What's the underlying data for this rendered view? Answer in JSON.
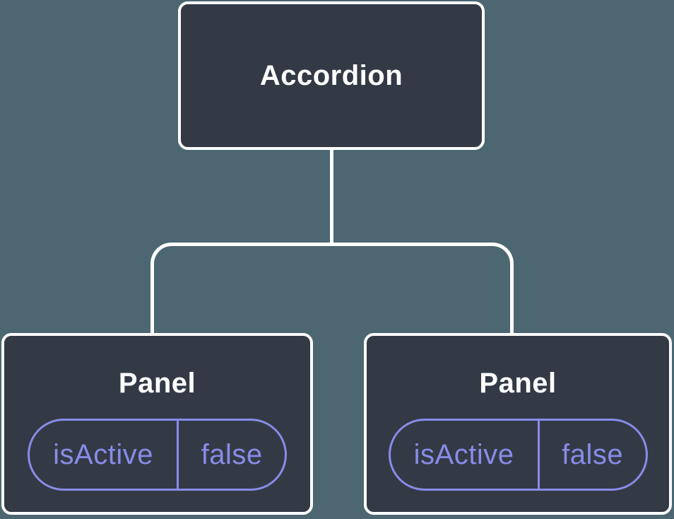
{
  "colors": {
    "background": "#4C6771",
    "node_fill": "#333A46",
    "node_border": "#FFFFFF",
    "connector": "#FFFFFF",
    "accent_purple": "#888CE8"
  },
  "tree": {
    "root": {
      "label": "Accordion"
    },
    "children": [
      {
        "label": "Panel",
        "state": {
          "name": "isActive",
          "value": "false"
        }
      },
      {
        "label": "Panel",
        "state": {
          "name": "isActive",
          "value": "false"
        }
      }
    ]
  }
}
